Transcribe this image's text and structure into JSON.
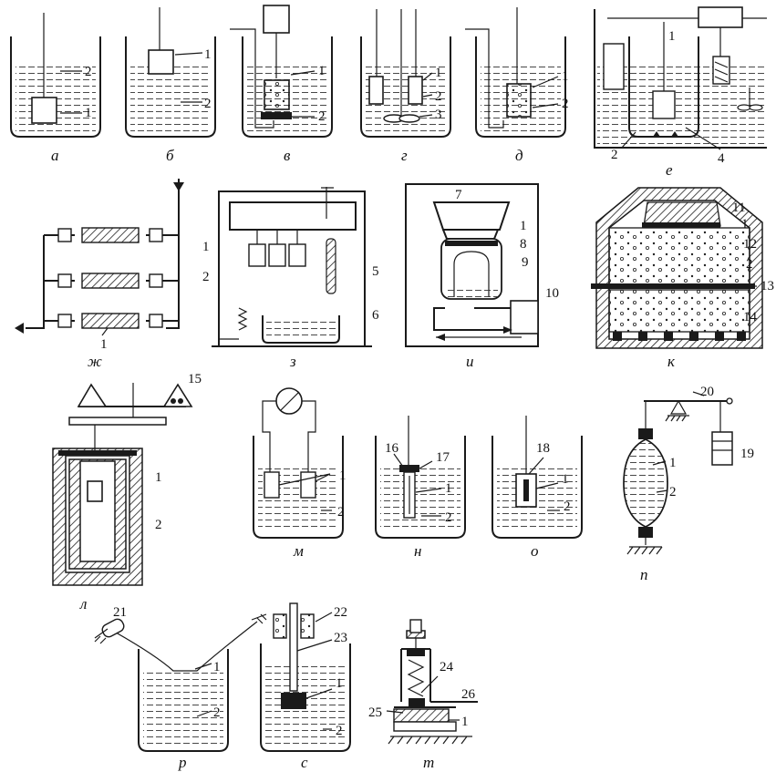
{
  "captions": {
    "a": "а",
    "b": "б",
    "v": "в",
    "g": "г",
    "d": "д",
    "e": "е",
    "zh": "ж",
    "z": "з",
    "i": "и",
    "k": "к",
    "l": "л",
    "m": "м",
    "n": "н",
    "o": "о",
    "p": "п",
    "r": "р",
    "s": "с",
    "t": "т"
  },
  "labels": {
    "n1": "1",
    "n2": "2",
    "n3": "3",
    "n4": "4",
    "n5": "5",
    "n6": "6",
    "n7": "7",
    "n8": "8",
    "n9": "9",
    "n10": "10",
    "n11": "11",
    "n12": "12",
    "n13": "13",
    "n14": "14",
    "n15": "15",
    "n16": "16",
    "n17": "17",
    "n18": "18",
    "n19": "19",
    "n20": "20",
    "n21": "21",
    "n22": "22",
    "n23": "23",
    "n24": "24",
    "n25": "25",
    "n26": "26"
  },
  "colors": {
    "ink": "#1a1a1a",
    "paper": "#ffffff"
  }
}
